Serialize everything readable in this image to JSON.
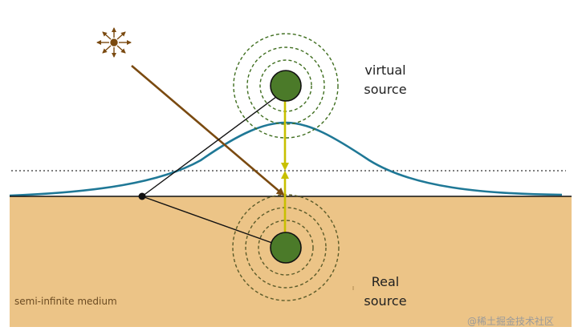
{
  "labels": {
    "virtual_source_line1": "virtual",
    "virtual_source_line2": "source",
    "real_source_line1": "Real",
    "real_source_line2": "source",
    "medium": "semi-infinite medium",
    "watermark": "@稀土掘金技术社区"
  },
  "colors": {
    "medium_fill": "#ecc487",
    "surface_line": "#111111",
    "curve": "#1f7896",
    "source_fill": "#4b7a29",
    "source_ring": "#3f6e1f",
    "real_ring": "#5b5b2a",
    "light_ray": "#7a4a10",
    "yellow_ray": "#c8c000",
    "mirror_line": "#111111"
  },
  "icons": {
    "light_source": "sun-burst-icon"
  }
}
